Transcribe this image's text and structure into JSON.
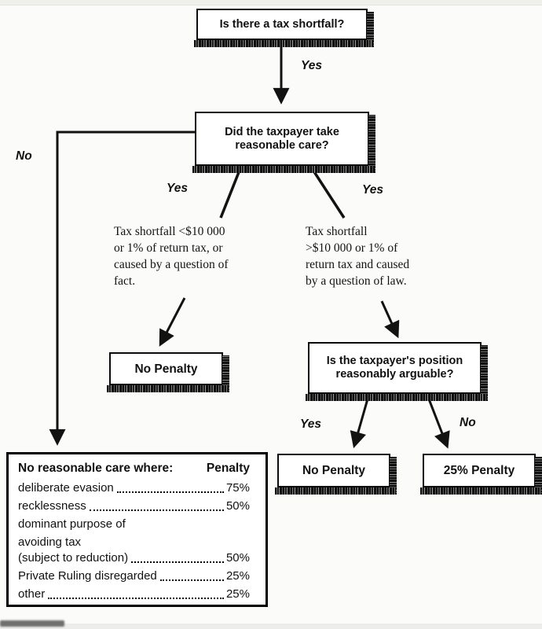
{
  "flowchart": {
    "nodes": {
      "q_shortfall": {
        "label": "Is there a tax shortfall?"
      },
      "q_care": {
        "lines": [
          "Did the taxpayer take",
          "reasonable care?"
        ]
      },
      "q_arguable": {
        "lines": [
          "Is the taxpayer's position",
          "reasonably arguable?"
        ]
      },
      "no_penalty_left": {
        "label": "No Penalty"
      },
      "no_penalty_right": {
        "label": "No Penalty"
      },
      "penalty_25": {
        "label": "25% Penalty"
      }
    },
    "edge_labels": {
      "shortfall_yes": "Yes",
      "care_no": "No",
      "care_yes_left": "Yes",
      "care_yes_right": "Yes",
      "arguable_yes": "Yes",
      "arguable_no": "No"
    },
    "notes": {
      "left_lines": [
        "Tax shortfall <$10 000",
        "or 1% of return tax, or",
        "caused by a question of",
        "fact."
      ],
      "right_lines": [
        "Tax shortfall",
        ">$10 000 or 1% of",
        "return tax and caused",
        "by a question of law."
      ]
    }
  },
  "table": {
    "header": {
      "title": "No reasonable care where:",
      "penalty": "Penalty"
    },
    "rows": [
      {
        "label": "deliberate evasion",
        "value": "75%"
      },
      {
        "label": "recklessness",
        "value": "50%"
      },
      {
        "pre_lines": [
          "dominant purpose of",
          "avoiding tax"
        ],
        "label": "(subject to reduction)",
        "value": "50%"
      },
      {
        "label": "Private Ruling disregarded",
        "value": "25%"
      },
      {
        "label": "other",
        "value": "25%"
      }
    ]
  }
}
